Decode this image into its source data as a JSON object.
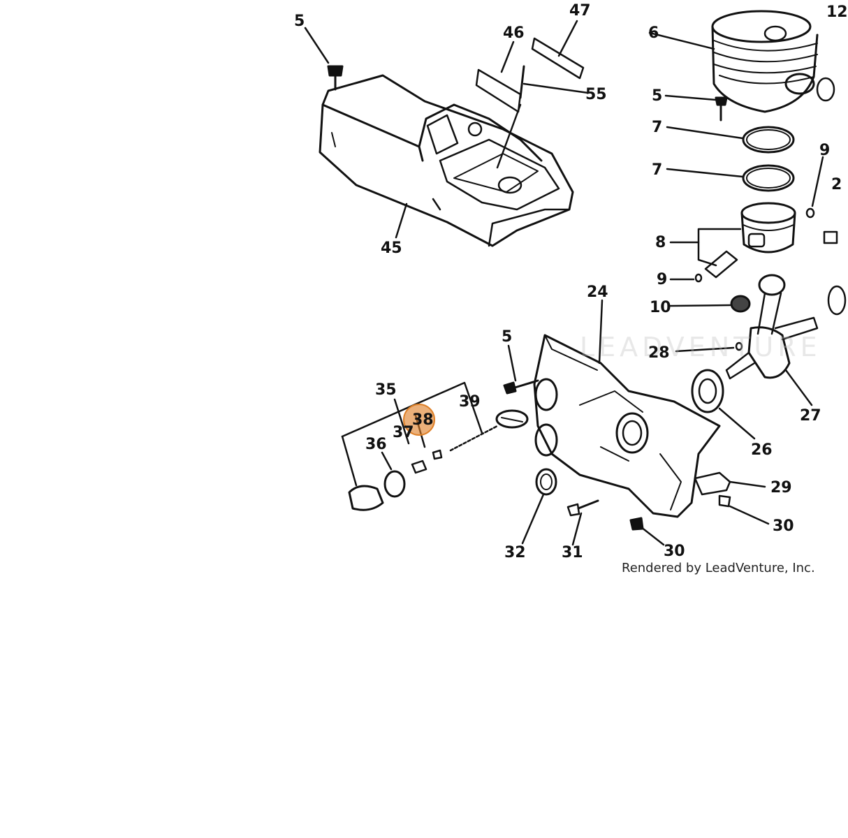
{
  "diagram": {
    "callouts": [
      "5",
      "47",
      "46",
      "55",
      "45",
      "6",
      "12",
      "5",
      "7",
      "7",
      "9",
      "2",
      "8",
      "9",
      "10",
      "24",
      "28",
      "27",
      "5",
      "35",
      "39",
      "37",
      "38",
      "36",
      "26",
      "29",
      "30",
      "32",
      "31",
      "30"
    ],
    "highlighted_callout": "38",
    "highlight_color": "#de8028",
    "credit": "Rendered by LeadVenture, Inc.",
    "watermark": "LEADVENTURE"
  }
}
